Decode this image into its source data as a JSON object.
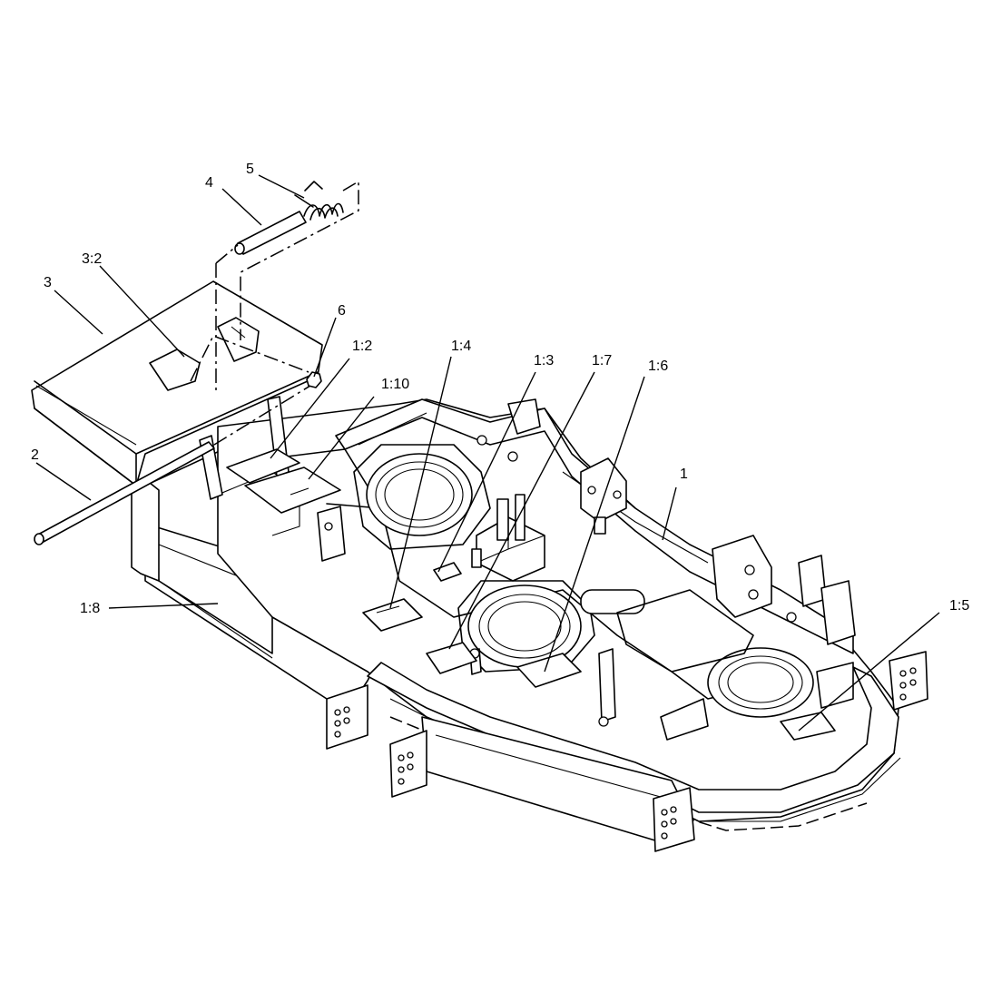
{
  "callouts": [
    {
      "id": "c-5",
      "text": "5"
    },
    {
      "id": "c-4",
      "text": "4"
    },
    {
      "id": "c-3-2",
      "text": "3:2"
    },
    {
      "id": "c-3",
      "text": "3"
    },
    {
      "id": "c-6",
      "text": "6"
    },
    {
      "id": "c-1-2",
      "text": "1:2"
    },
    {
      "id": "c-1-10",
      "text": "1:10"
    },
    {
      "id": "c-1-4",
      "text": "1:4"
    },
    {
      "id": "c-1-3",
      "text": "1:3"
    },
    {
      "id": "c-1-7",
      "text": "1:7"
    },
    {
      "id": "c-1-6",
      "text": "1:6"
    },
    {
      "id": "c-1",
      "text": "1"
    },
    {
      "id": "c-2",
      "text": "2"
    },
    {
      "id": "c-1-8",
      "text": "1:8"
    },
    {
      "id": "c-1-5",
      "text": "1:5"
    }
  ],
  "colors": {
    "ink": "#000000",
    "paper": "#ffffff"
  }
}
